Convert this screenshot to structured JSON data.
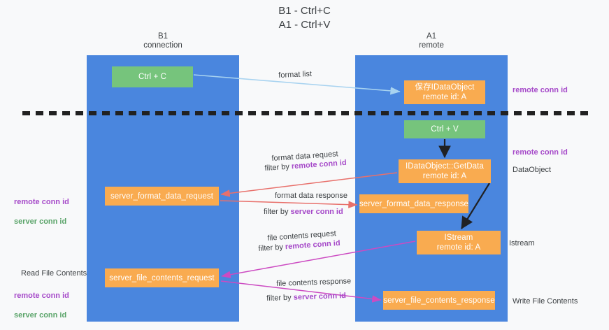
{
  "title": "B1 - Ctrl+C\nA1 - Ctrl+V",
  "colors": {
    "lane": "#4a86de",
    "node_orange": "#f9ab50",
    "node_green": "#76c47c",
    "accent_purple": "#a64ac9",
    "accent_green": "#5aa469",
    "arrow_blue": "#a8d3f0",
    "arrow_red": "#e8706b",
    "arrow_magenta": "#c councils",
    "arrow_black": "#212121",
    "background": "#f8f9fa"
  },
  "columns": [
    {
      "id": "b1",
      "header": "B1\nconnection"
    },
    {
      "id": "a1",
      "header": "A1\nremote"
    }
  ],
  "nodes": [
    {
      "id": "ctrl-c",
      "label": "Ctrl + C",
      "kind": "green",
      "column": "b1"
    },
    {
      "id": "save-idataobject",
      "label": "保存IDataObject\nremote id: A",
      "kind": "orange",
      "column": "a1"
    },
    {
      "id": "ctrl-v",
      "label": "Ctrl + V",
      "kind": "green",
      "column": "a1"
    },
    {
      "id": "idataobject-getdata",
      "label": "IDataObject::GetData\nremote id: A",
      "kind": "orange",
      "column": "a1"
    },
    {
      "id": "server-format-data-request",
      "label": "server_format_data_request",
      "kind": "orange",
      "column": "b1"
    },
    {
      "id": "server-format-data-response",
      "label": "server_format_data_response",
      "kind": "orange",
      "column": "a1"
    },
    {
      "id": "istream",
      "label": "IStream\nremote id: A",
      "kind": "orange",
      "column": "a1"
    },
    {
      "id": "server-file-contents-request",
      "label": "server_file_contents_request",
      "kind": "orange",
      "column": "b1"
    },
    {
      "id": "server-file-contents-response",
      "label": "server_file_contents_response",
      "kind": "orange",
      "column": "a1"
    }
  ],
  "edge_labels": {
    "format_list": "format list",
    "format_data_request": "format data request",
    "format_data_request_filter_prefix": "filter by ",
    "format_data_request_filter_key": "remote conn id",
    "format_data_response": "format data response",
    "format_data_response_filter_prefix": "filter by ",
    "format_data_response_filter_key": "server conn id",
    "file_contents_request": "file contents request",
    "file_contents_request_filter_prefix": "filter by ",
    "file_contents_request_filter_key": "remote conn id",
    "file_contents_response": "file contents response",
    "file_contents_response_filter_prefix": "filter by ",
    "file_contents_response_filter_key": "server conn id"
  },
  "annotations": {
    "right_remote_conn_id_top": "remote conn id",
    "right_remote_conn_id_mid": "remote conn id",
    "right_dataobject": "DataObject",
    "right_istream": "Istream",
    "right_write_file_contents": "Write File Contents",
    "left_remote_conn_id": "remote conn id",
    "left_server_conn_id": "server conn id",
    "left_read_file_contents": "Read File Contents",
    "left_remote_conn_id_2": "remote conn id",
    "left_server_conn_id_2": "server conn id"
  }
}
